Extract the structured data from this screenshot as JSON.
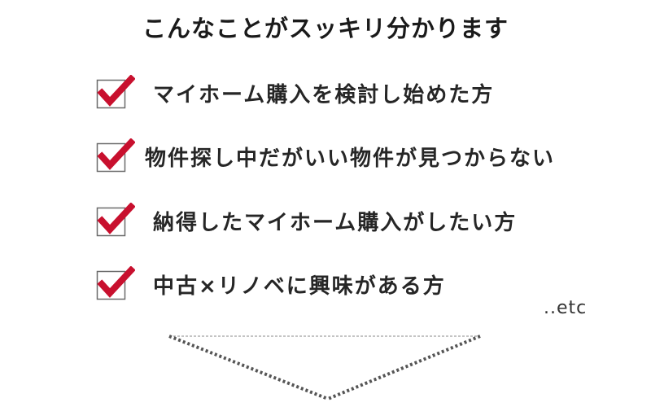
{
  "headline": "こんなことがスッキリ分かります",
  "items": [
    {
      "text": "マイホーム購入を検討し始めた方",
      "checked": true
    },
    {
      "text": "物件探し中だがいい物件が見つからない",
      "checked": true
    },
    {
      "text": "納得したマイホーム購入がしたい方",
      "checked": true
    },
    {
      "text": "中古×リノベに興味がある方",
      "checked": true
    }
  ],
  "etc": "..etc",
  "colors": {
    "check_mark": "#c8102e",
    "box_border": "#6a6a6a",
    "text": "#262626",
    "funnel_dots": "#555555"
  },
  "icons": {
    "checkbox": "checkbox-checked-icon",
    "funnel": "down-arrow-funnel-icon"
  }
}
